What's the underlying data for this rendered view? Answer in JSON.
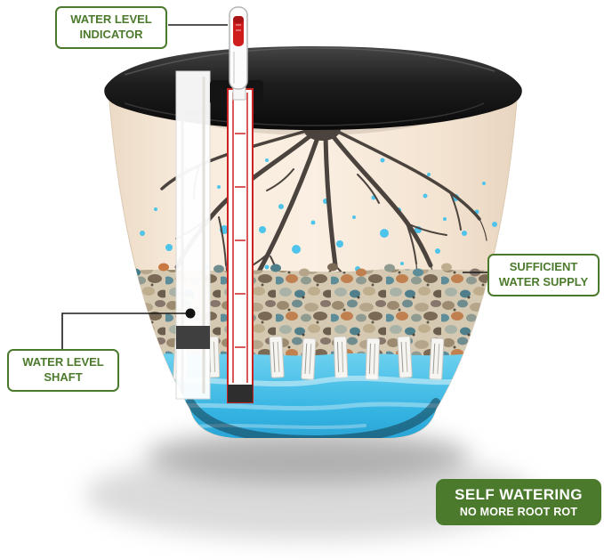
{
  "colors": {
    "green": "#4c7a2c",
    "water": "#2fb3e4",
    "rim": "#1c1c1c",
    "pot_body": "#f7e9d9"
  },
  "callouts": {
    "water_level_indicator": {
      "line1": "WATER LEVEL",
      "line2": "INDICATOR"
    },
    "sufficient_water_supply": {
      "line1": "SUFFICIENT",
      "line2": "WATER SUPPLY"
    },
    "water_level_shaft": {
      "line1": "WATER LEVEL",
      "line2": "SHAFT"
    },
    "self_watering": {
      "line1": "SELF WATERING",
      "line2": "NO MORE ROOT ROT"
    }
  }
}
